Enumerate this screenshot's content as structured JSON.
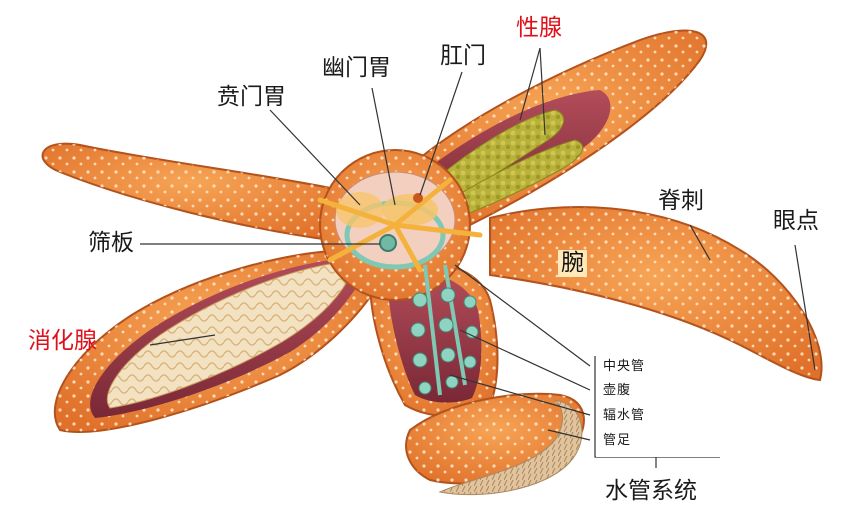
{
  "labels": {
    "xingxian": "性腺",
    "gangmen": "肛门",
    "youmenwei": "幽门胃",
    "benmenwei": "贲门胃",
    "jici": "脊刺",
    "yandian": "眼点",
    "shaiban": "筛板",
    "wan": "腕",
    "xiaohuaxian": "消化腺",
    "zhongyangguan": "中央管",
    "hufu": "壶腹",
    "fushuiguan": "辐水管",
    "guanzu": "管足",
    "shuiguanxitong": "水管系统"
  },
  "colors": {
    "highlight_label": "#e0101a",
    "arm_skin": "#f08a36",
    "arm_dark": "#c9561f",
    "body_cavity": "#9b3a4a",
    "gonad": "#b8b23a",
    "digestive_gland": "#f3e2c2",
    "water_vascular": "#7fc8b4",
    "stomach": "#f6c46a",
    "tube_feet": "#d8b893"
  }
}
